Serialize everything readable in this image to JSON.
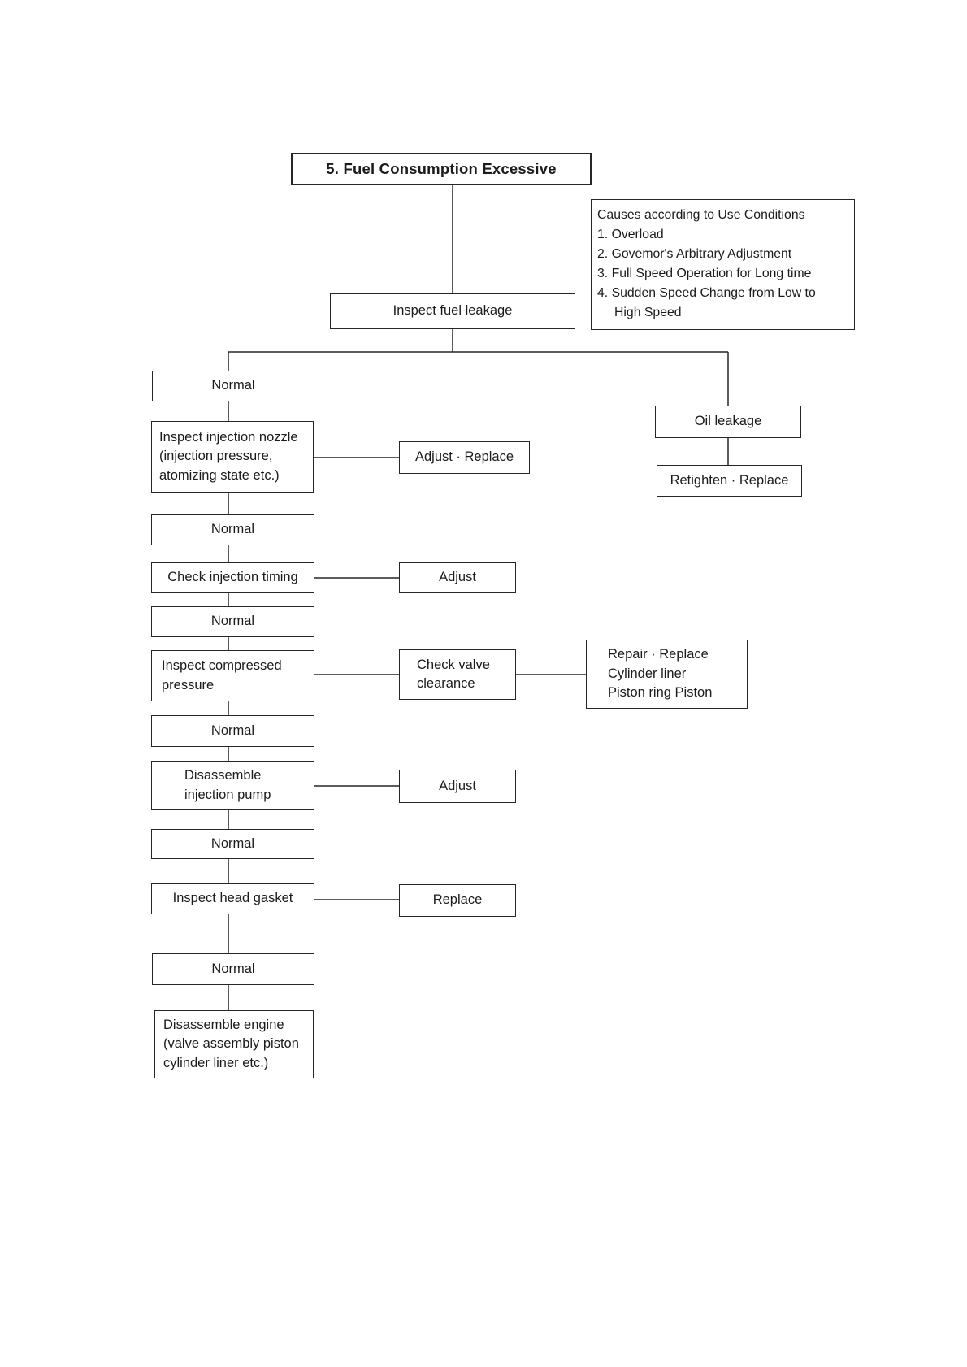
{
  "page": {
    "background": "#ffffff",
    "line_color": "#262626"
  },
  "flowchart": {
    "title": "5. Fuel Consumption Excessive",
    "causes_box": {
      "heading": "Causes according to Use Conditions",
      "items": [
        "1. Overload",
        "2. Govemor's Arbitrary Adjustment",
        "3. Full Speed Operation for Long time",
        "4. Sudden Speed Change from Low to",
        "High Speed"
      ]
    },
    "nodes": {
      "inspect_fuel_leakage": "Inspect fuel leakage",
      "normal": "Normal",
      "oil_leakage": "Oil leakage",
      "retighten_replace": "Retighten · Replace",
      "inspect_injection_nozzle": "Inspect injection nozzle\n(injection pressure,\natomizing state etc.)",
      "adjust_replace": "Adjust · Replace",
      "check_injection_timing": "Check injection timing",
      "adjust": "Adjust",
      "inspect_compressed_pressure": "Inspect compressed\npressure",
      "check_valve_clearance": "Check valve\nclearance",
      "repair_replace_cylinder": "Repair · Replace\nCylinder liner\nPiston ring Piston",
      "disassemble_injection_pump": "Disassemble\ninjection pump",
      "inspect_head_gasket": "Inspect head gasket",
      "replace": "Replace",
      "disassemble_engine": "Disassemble engine\n(valve assembly piston\ncylinder liner etc.)"
    }
  }
}
